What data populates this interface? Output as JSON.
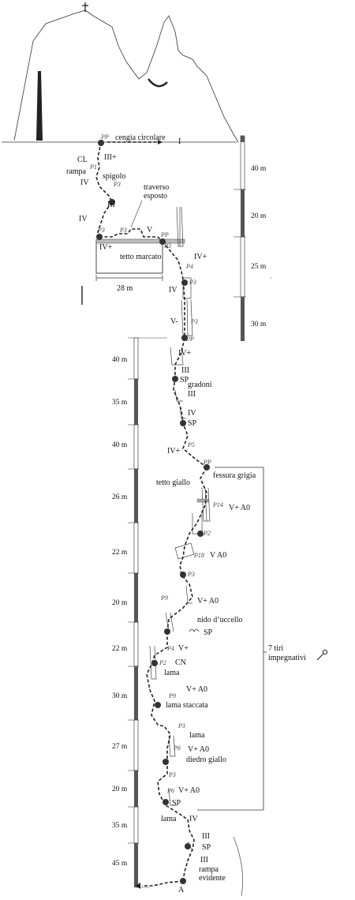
{
  "scale_upper": [
    "40 m",
    "20 m",
    "25 m",
    "30 m"
  ],
  "scale_lower": [
    "40 m",
    "35 m",
    "40 m",
    "26 m",
    "22 m",
    "20 m",
    "22 m",
    "30 m",
    "27 m",
    "20 m",
    "35 m",
    "45 m"
  ],
  "labels": {
    "cengia": "cengia circolare",
    "cl": "CL",
    "rampa": "rampa",
    "spigolo": "spigolo",
    "traverso_1": "traverso",
    "traverso_2": "esposto",
    "tetto_marcato": "tetto marcato",
    "width_28": "28 m",
    "sp1": "SP",
    "gradoni": "gradoni",
    "sp2": "SP",
    "fessura": "fessura grigia",
    "tetto_giallo": "tetto giallo",
    "nido": "nido d’uccello",
    "sp3": "SP",
    "cn": "CN",
    "lama1": "lama",
    "lama_staccata": "lama staccata",
    "lama2": "lama",
    "diedro": "diedro giallo",
    "sp4": "SP",
    "lama3": "lama",
    "sp5": "SP",
    "rampa2_1": "rampa",
    "rampa2_2": "evidente",
    "start": "A",
    "tiri_1": "7 tiri",
    "tiri_2": "impegnativi"
  },
  "grades": {
    "g1": "I",
    "g2": "III+",
    "g3": "IV",
    "g4": "III",
    "g5": "IV",
    "g6": "V",
    "g7": "IV+",
    "g8": "IV+",
    "g9": "IV",
    "g10": "V-",
    "g11": "IV+",
    "g12": "III",
    "g13": "III",
    "g14": "IV",
    "g15": "IV+",
    "g16": "V+ A0",
    "g17": "V A0",
    "g18": "V+ A0",
    "g19": "V+",
    "g20": "V+ A0",
    "g21": "V+ A0",
    "g22": "V+ A0",
    "g23": "IV",
    "g24": "III",
    "g25": "III"
  },
  "protection": {
    "pp1": "PP",
    "p1": "P1",
    "p3a": "P3",
    "p3b": "P3",
    "p3c": "P3",
    "pp2": "PP",
    "p3d": "P3",
    "p4": "P4",
    "p3e": "P3",
    "p3f": "P3",
    "pp3": "PP",
    "p5": "P5",
    "pp4": "PP",
    "p14": "P14",
    "p2": "P2",
    "p18": "P18",
    "p3g": "P3",
    "p9a": "P9",
    "p4b": "P4",
    "p2b": "P2",
    "p9b": "P9",
    "p3h": "P3",
    "p6": "P6",
    "p3i": "P3",
    "p6b": "P6"
  }
}
